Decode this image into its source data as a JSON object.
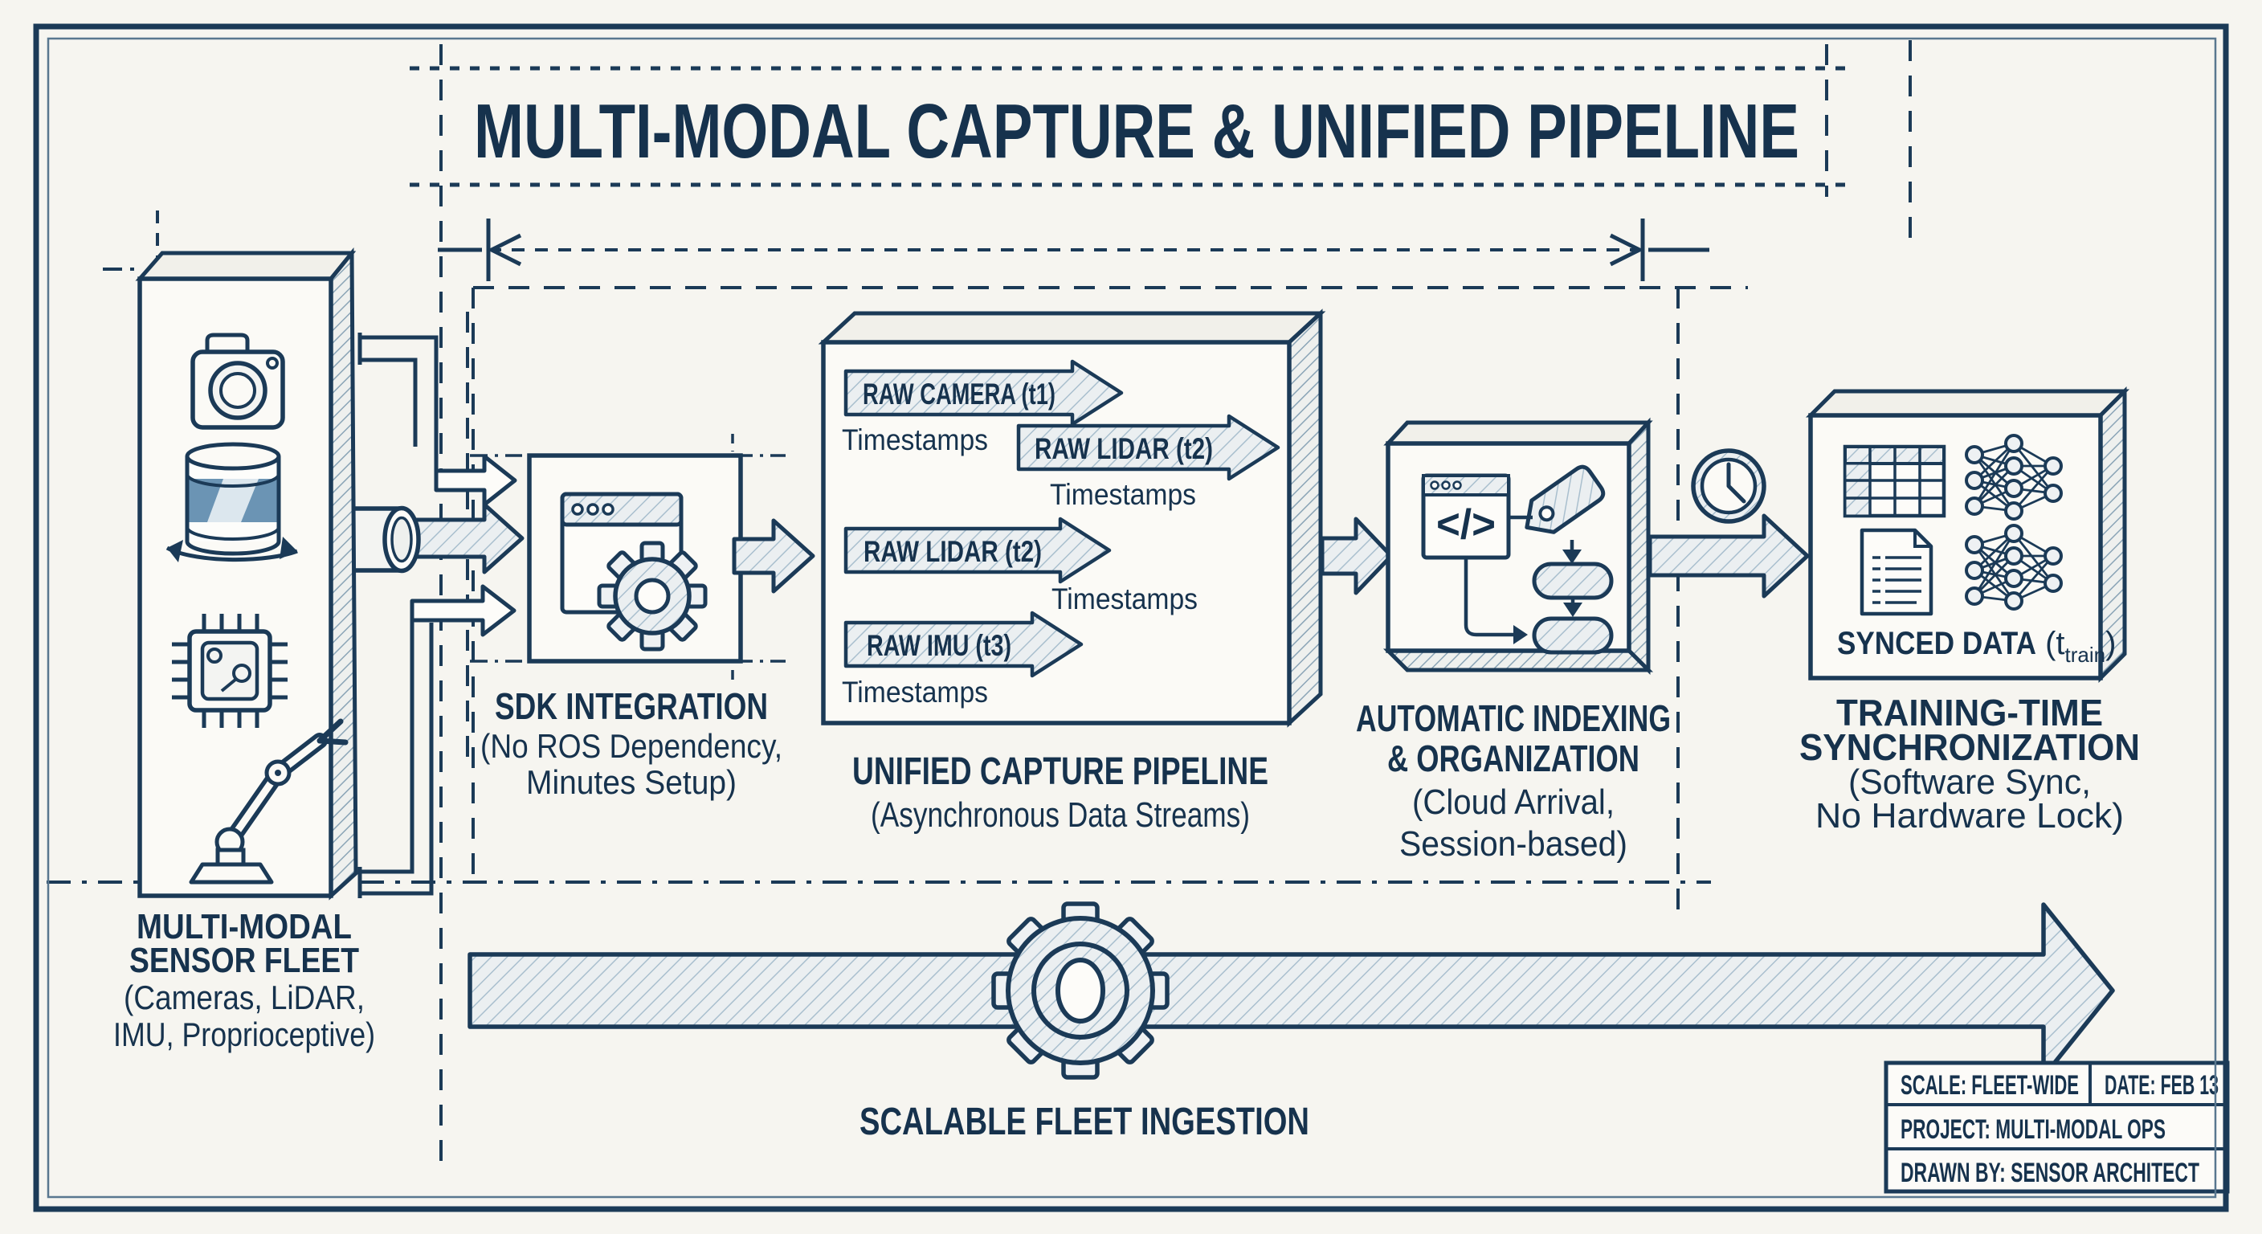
{
  "title": "MULTI-MODAL CAPTURE & UNIFIED PIPELINE",
  "sensor_fleet": {
    "label_line1": "MULTI-MODAL",
    "label_line2": "SENSOR FLEET",
    "label_line3": "(Cameras, LiDAR,",
    "label_line4": "IMU, Proprioceptive)"
  },
  "sdk": {
    "title": "SDK INTEGRATION",
    "subtitle_line1": "(No ROS Dependency,",
    "subtitle_line2": "Minutes Setup)"
  },
  "pipeline": {
    "title": "UNIFIED CAPTURE PIPELINE",
    "subtitle": "(Asynchronous Data Streams)",
    "streams": [
      {
        "label": "RAW CAMERA (t1)",
        "timestamps": "Timestamps"
      },
      {
        "label": "RAW LIDAR (t2)",
        "timestamps": "Timestamps"
      },
      {
        "label": "RAW LIDAR (t2)",
        "timestamps": "Timestamps"
      },
      {
        "label": "RAW IMU (t3)",
        "timestamps": "Timestamps"
      }
    ]
  },
  "indexing": {
    "title_line1": "AUTOMATIC INDEXING",
    "title_line2": "& ORGANIZATION",
    "subtitle_line1": "(Cloud Arrival,",
    "subtitle_line2": "Session-based)",
    "code_glyph": "</>"
  },
  "training": {
    "synced_bold": "SYNCED DATA",
    "synced_open": " (t",
    "synced_sub": "train",
    "synced_close": ")",
    "title_line1": "TRAINING-TIME",
    "title_line2": "SYNCHRONIZATION",
    "subtitle_line1": "(Software Sync,",
    "subtitle_line2": "No Hardware Lock)"
  },
  "ingestion": {
    "label": "SCALABLE FLEET INGESTION"
  },
  "title_block": {
    "scale": "SCALE: FLEET-WIDE",
    "date": "DATE: FEB 13",
    "project": "PROJECT: MULTI-MODAL OPS",
    "drawn_by": "DRAWN BY: SENSOR ARCHITECT"
  },
  "colors": {
    "ink": "#1b3a57",
    "paper": "#f6f5f0",
    "hatch": "#a9bfce",
    "accent_blue": "#6b94b4"
  }
}
